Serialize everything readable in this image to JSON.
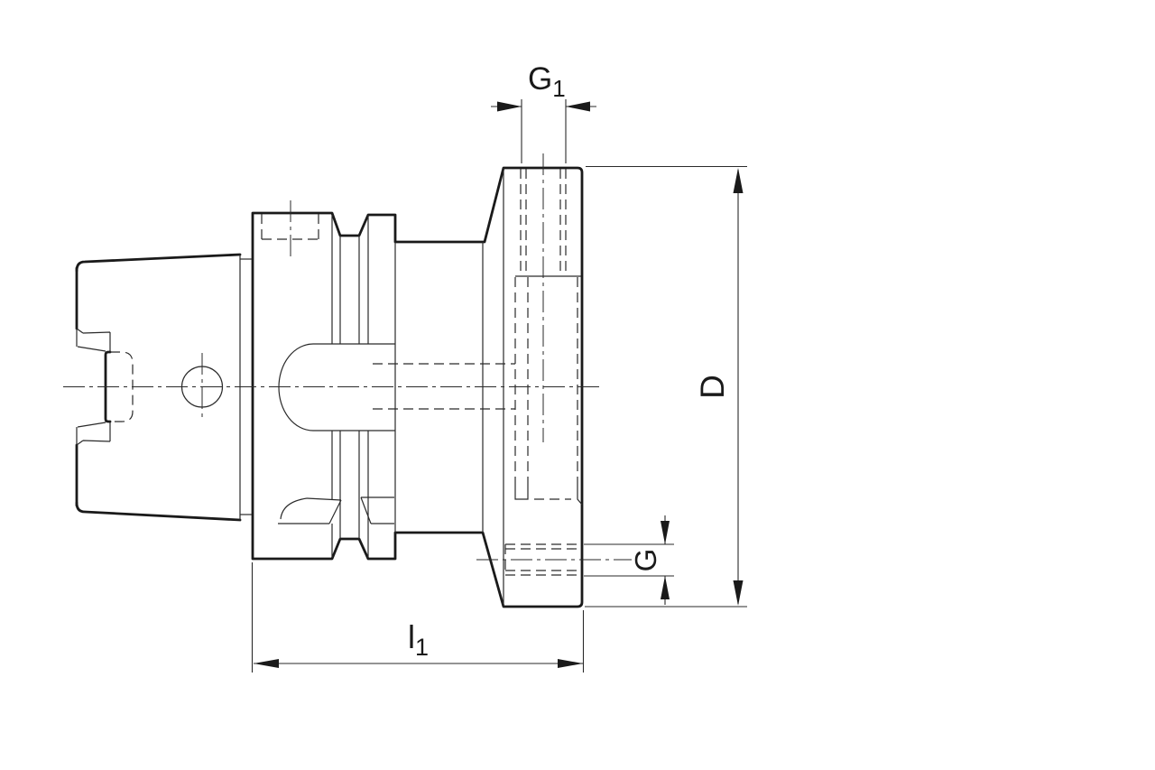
{
  "drawing": {
    "type": "technical-dimension-drawing",
    "subject": "HSK tool holder adapter side view",
    "colors": {
      "line": "#1a1a1a",
      "background": "#ffffff"
    },
    "dimensions": {
      "g1": {
        "label": "G",
        "subscript": "1",
        "location": "top",
        "measures": "radial threaded hole width"
      },
      "d": {
        "label": "D",
        "subscript": "",
        "location": "right",
        "measures": "head diameter"
      },
      "g": {
        "label": "G",
        "subscript": "",
        "location": "bottom-right",
        "measures": "side hole diameter"
      },
      "l1": {
        "label": "l",
        "subscript": "1",
        "location": "bottom",
        "measures": "overall length"
      }
    }
  }
}
